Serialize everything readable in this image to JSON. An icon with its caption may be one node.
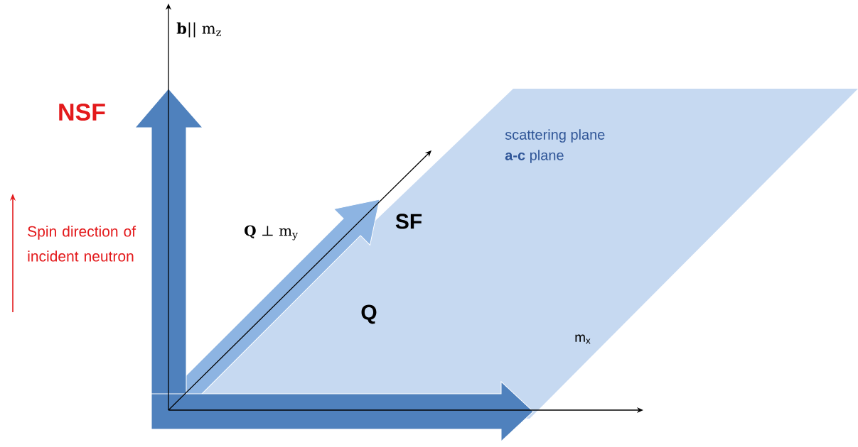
{
  "diagram": {
    "nodes": [
      {
        "text": [
          "scattering plane",
          "**a-c** plane"
        ]
      }
    ],
    "labels": [
      "**b**|| m$_{z}$",
      "NSF",
      "Spin direction of incident neutron",
      "**Q** ⊥ m$_{y}$",
      "SF",
      "Q",
      "m$_{x}$"
    ]
  }
}
